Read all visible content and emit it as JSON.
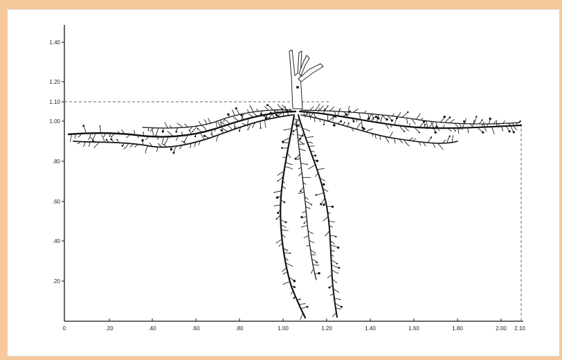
{
  "diagram": {
    "y_axis": {
      "tick_labels": [
        "1.40",
        "1.20",
        "1.10",
        "1.00",
        ".80",
        ".60",
        ".40",
        ".20"
      ]
    },
    "x_axis": {
      "tick_labels": [
        "0",
        ".20",
        ".40",
        ".60",
        ".80",
        "1.00",
        "1.20",
        "1.40",
        "1.60",
        "1.80",
        "2.00",
        "2.10"
      ]
    },
    "colors": {
      "ink": "#111111",
      "frame": "#f6c89a",
      "background": "#ffffff"
    }
  }
}
